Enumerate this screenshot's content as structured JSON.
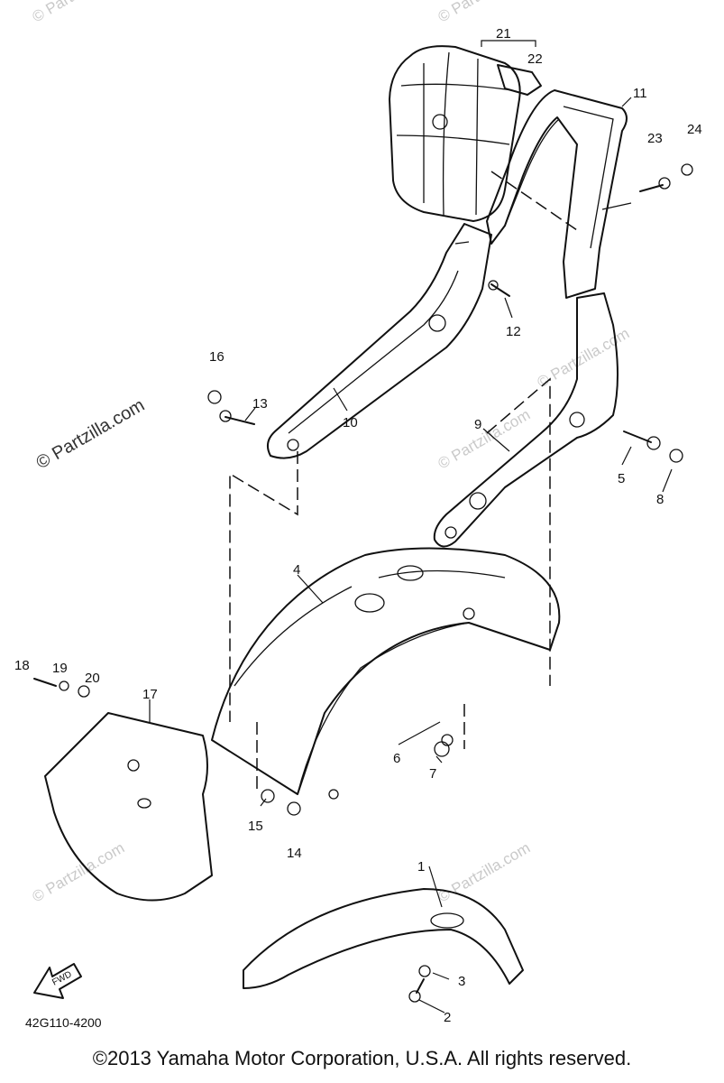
{
  "diagram": {
    "watermark_side": "© Partzilla.com",
    "watermark_faint": "© Partzilla.com",
    "diagram_code": "42G110-4200",
    "fwd_label": "FWD",
    "callouts": [
      "1",
      "2",
      "3",
      "4",
      "5",
      "6",
      "7",
      "8",
      "9",
      "10",
      "11",
      "12",
      "13",
      "14",
      "15",
      "16",
      "17",
      "18",
      "19",
      "20",
      "21",
      "22",
      "23",
      "24"
    ]
  },
  "footer": {
    "copyright": "©2013 Yamaha Motor Corporation, U.S.A. All rights reserved."
  }
}
